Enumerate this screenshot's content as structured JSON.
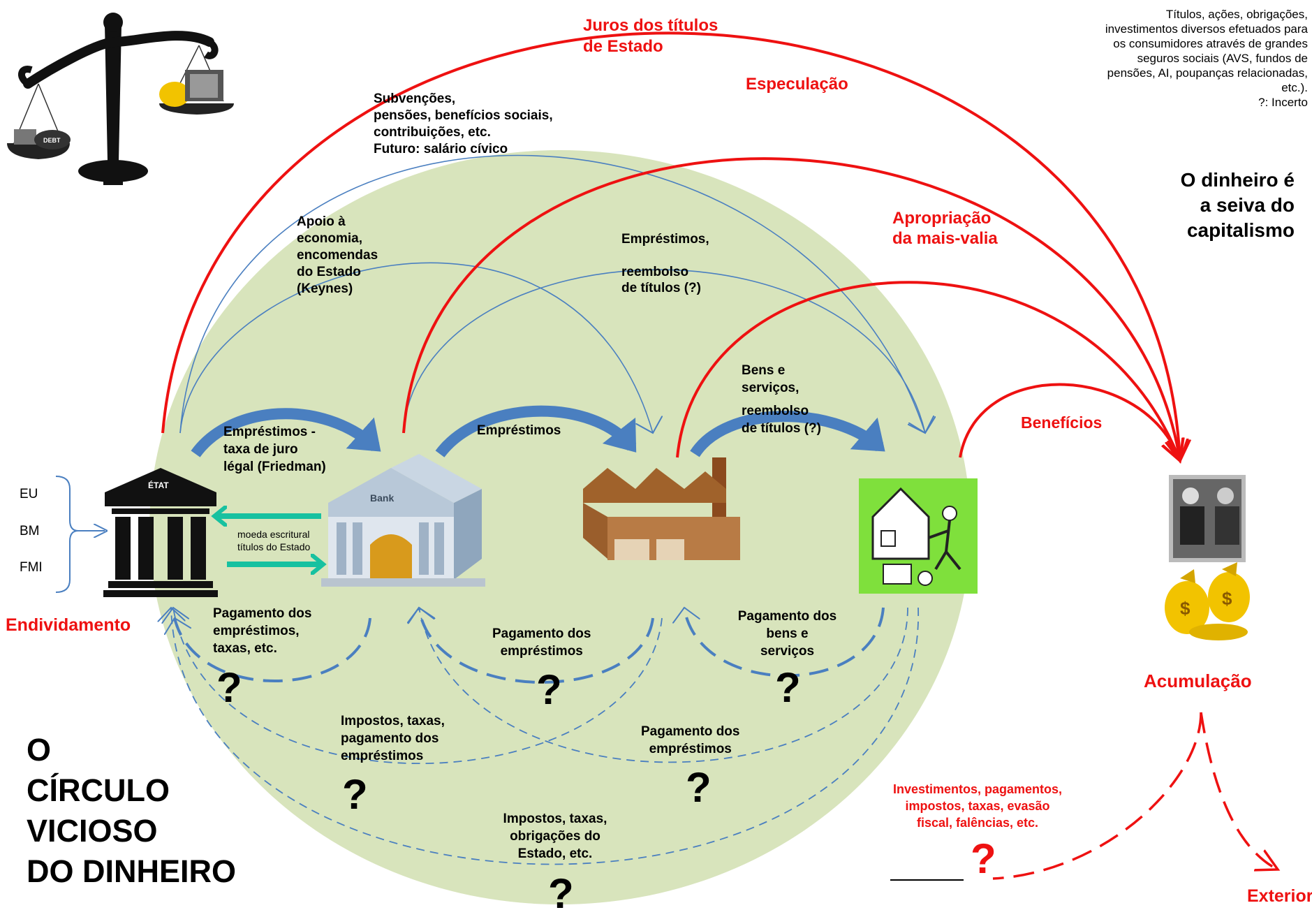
{
  "title": {
    "line1": "O",
    "line2": "CÍRCULO",
    "line3": "VICIOSO",
    "line4": "DO DINHEIRO"
  },
  "tagline": {
    "line1": "O dinheiro é",
    "line2": "a seiva do",
    "line3": "capitalismo"
  },
  "note": {
    "line1": "Títulos, ações, obrigações,",
    "line2": "investimentos diversos efetuados para",
    "line3": "os consumidores através de grandes",
    "line4": "seguros sociais (AVS, fundos de",
    "line5": "pensões, AI, poupanças relacionadas,",
    "line6": "etc.).",
    "line7": "?: Incerto"
  },
  "institutions": {
    "eu": "EU",
    "bm": "BM",
    "fmi": "FMI",
    "etat": "ÉTAT",
    "bank": "Bank",
    "debt": "DEBT"
  },
  "red_labels": {
    "juros1": "Juros dos títulos",
    "juros2": "de Estado",
    "especulacao": "Especulação",
    "apropriacao1": "Apropriação",
    "apropriacao2": "da mais-valia",
    "beneficios": "Benefícios",
    "acumulacao": "Acumulação",
    "endividamento": "Endividamento",
    "investimentos1": "Investimentos, pagamentos,",
    "investimentos2": "impostos, taxas, evasão",
    "investimentos3": "fiscal, falências, etc.",
    "exterior": "Exterior"
  },
  "flow_labels": {
    "subvencoes1": "Subvenções,",
    "subvencoes2": "pensões, benefícios sociais,",
    "subvencoes3": "contribuições, etc.",
    "subvencoes4": "Futuro: salário cívico",
    "apoio1": "Apoio à",
    "apoio2": "economia,",
    "apoio3": "encomendas",
    "apoio4": "do Estado",
    "apoio5": "(Keynes)",
    "emprestimos_top1": "Empréstimos,",
    "emprestimos_top2": "reembolso",
    "emprestimos_top3": "de títulos (?)",
    "emprestimos_friedman1": "Empréstimos -",
    "emprestimos_friedman2": "taxa de juro",
    "emprestimos_friedman3": "légal (Friedman)",
    "emprestimos_mid": "Empréstimos",
    "bens1": "Bens e",
    "bens2": "serviços,",
    "bens3": "reembolso",
    "bens4": "de títulos (?)",
    "moeda1": "moeda escritural",
    "moeda2": "títulos do Estado",
    "pag_emp_taxas1": "Pagamento dos",
    "pag_emp_taxas2": "empréstimos,",
    "pag_emp_taxas3": "taxas, etc.",
    "pag_emp1": "Pagamento dos",
    "pag_emp2": "empréstimos",
    "pag_bens1": "Pagamento dos",
    "pag_bens2": "bens e",
    "pag_bens3": "serviços",
    "impostos_pag1": "Impostos, taxas,",
    "impostos_pag2": "pagamento dos",
    "impostos_pag3": "empréstimos",
    "pag_emp_b1": "Pagamento dos",
    "pag_emp_b2": "empréstimos",
    "impostos_obr1": "Impostos, taxas,",
    "impostos_obr2": "obrigações do",
    "impostos_obr3": "Estado, etc."
  },
  "uncertain_mark": "?",
  "colors": {
    "circle_fill": "#d8e4bc",
    "red": "#ee1111",
    "blue": "#4a7fc0",
    "teal": "#17c1a0",
    "green_panel": "#7fe03c"
  }
}
